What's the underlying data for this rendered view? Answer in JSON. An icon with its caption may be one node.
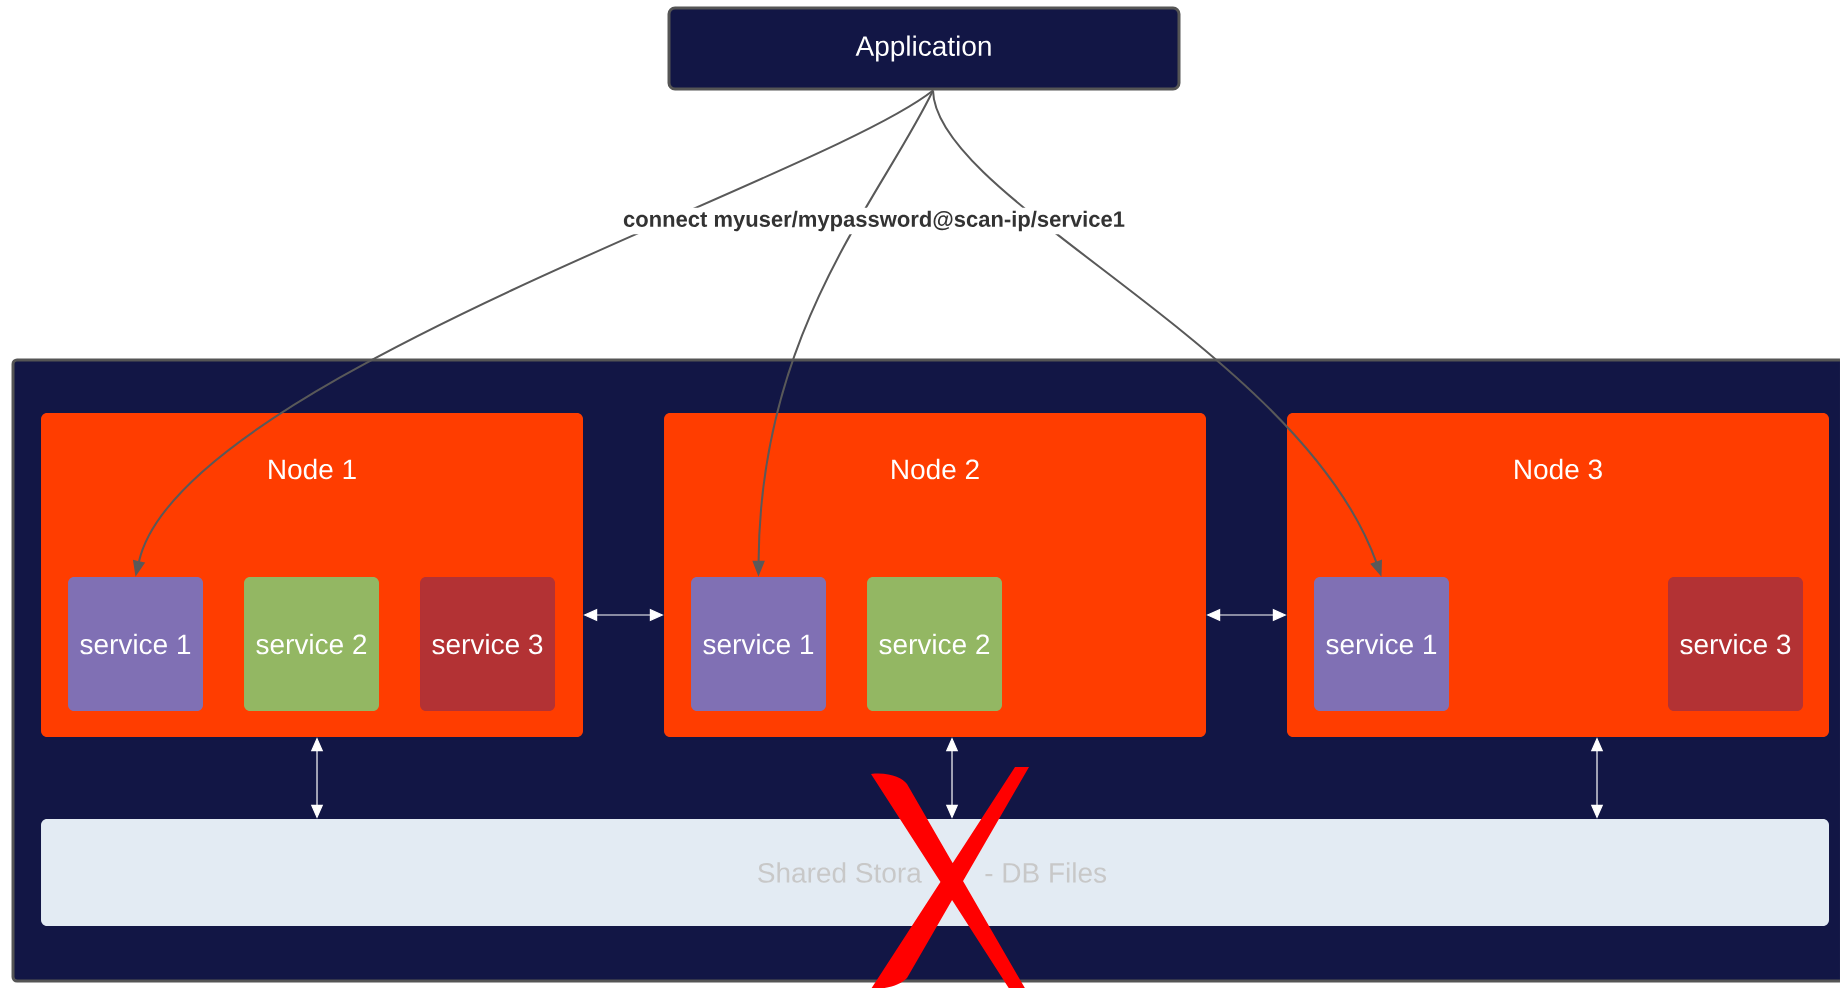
{
  "diagram": {
    "nodes": [
      {
        "text": [
          "Application"
        ]
      },
      {
        "text": [],
        "shape": "box"
      },
      {
        "text": [
          "Node 1"
        ],
        "in": 1
      },
      {
        "text": [
          "service 1"
        ],
        "in": 2
      },
      {
        "text": [
          "service 2"
        ],
        "in": 2
      },
      {
        "text": [
          "service 3"
        ],
        "in": 2
      },
      {
        "text": [
          "Node 2"
        ],
        "in": 1
      },
      {
        "text": [
          "service 1"
        ],
        "in": 6
      },
      {
        "text": [
          "service 2"
        ],
        "in": 6
      },
      {
        "text": [
          "Node 3"
        ],
        "in": 1
      },
      {
        "text": [
          "service 1"
        ],
        "in": 9
      },
      {
        "text": [
          "service 3"
        ],
        "in": 9
      },
      {
        "text": [
          "Shared Stora",
          "- DB Files"
        ],
        "in": 1
      }
    ],
    "edges": [
      {
        "from": 0,
        "to": 3,
        "arrow": "to",
        "color": "#595959"
      },
      {
        "from": 0,
        "to": 7,
        "arrow": "to",
        "color": "#595959",
        "label": "connect myuser/mypassword@scan-ip/service1"
      },
      {
        "from": 0,
        "to": 10,
        "arrow": "to",
        "color": "#595959"
      },
      {
        "from": 2,
        "to": 6,
        "arrow": "both"
      },
      {
        "from": 6,
        "to": 9,
        "arrow": "both"
      },
      {
        "from": 2,
        "to": 12,
        "arrow": "both"
      },
      {
        "from": 6,
        "to": 12,
        "arrow": "both"
      },
      {
        "from": 9,
        "to": 12,
        "arrow": "both"
      }
    ]
  }
}
